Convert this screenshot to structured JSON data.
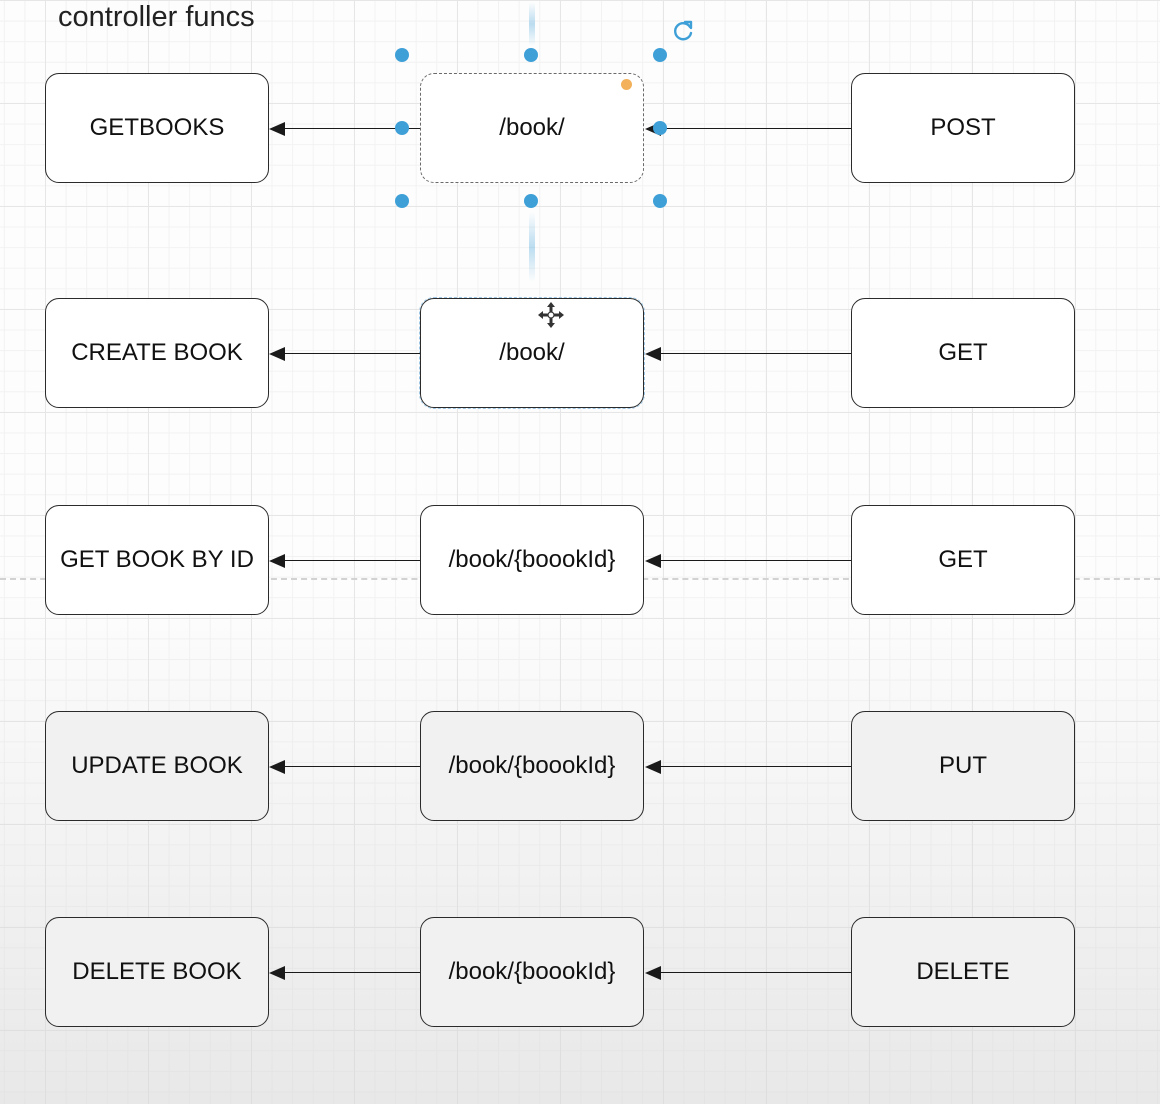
{
  "title": "controller funcs",
  "rows": [
    {
      "func": "GETBOOKS",
      "route": "/book/",
      "method": "POST"
    },
    {
      "func": "CREATE BOOK",
      "route": "/book/",
      "method": "GET"
    },
    {
      "func": "GET BOOK BY ID",
      "route": "/book/{boookId}",
      "method": "GET"
    },
    {
      "func": "UPDATE BOOK",
      "route": "/book/{boookId}",
      "method": "PUT"
    },
    {
      "func": "DELETE BOOK",
      "route": "/book/{boookId}",
      "method": "DELETE"
    }
  ],
  "icons": {
    "rotate": "rotate-icon",
    "move": "move-cursor-icon"
  },
  "colors": {
    "selection_handle": "#3fa0d8",
    "connection_point": "#f2b15a",
    "stroke": "#1a1a1a"
  }
}
